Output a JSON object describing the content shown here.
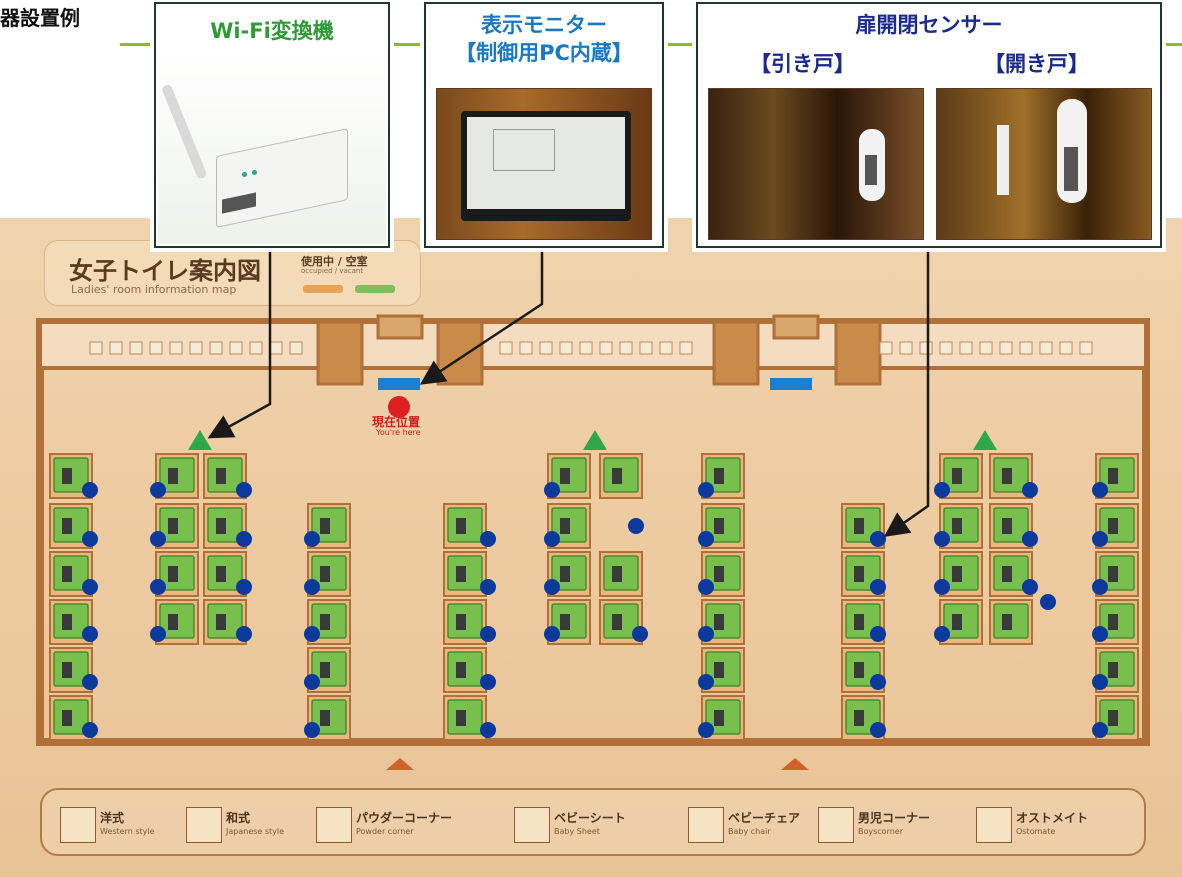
{
  "section_title": "器設置例",
  "cards": {
    "wifi": {
      "title": "Wi-Fi変換機",
      "title_color": "#2f9a36"
    },
    "monitor": {
      "title_line1": "表示モニター",
      "title_line2": "【制御用PC内蔵】",
      "title_color": "#1a79c4"
    },
    "sensor": {
      "title": "扉開閉センサー",
      "sub_left": "【引き戸】",
      "sub_right": "【開き戸】",
      "title_color": "#1a2a8a"
    }
  },
  "map": {
    "title_jp": "女子トイレ案内図",
    "title_en": "Ladies' room information map",
    "status_label": "使用中 / 空室",
    "status_label_en": "occupied / vacant",
    "occupied_color": "#e8a35a",
    "vacant_color": "#7dbf5a",
    "you_are_here_jp": "現在位置",
    "you_are_here_en": "You're here"
  },
  "colors": {
    "stall_green": "#78bf4e",
    "sensor_dot": "#0b3a9c",
    "wifi_marker": "#2fa84a",
    "monitor_marker": "#1a7fd0",
    "wall": "#b07038",
    "arrow": "#1a1a1a"
  },
  "legend": [
    {
      "icon": "western-toilet-icon",
      "jp": "洋式",
      "en": "Western style"
    },
    {
      "icon": "japanese-toilet-icon",
      "jp": "和式",
      "en": "Japanese style"
    },
    {
      "icon": "powder-corner-icon",
      "jp": "パウダーコーナー",
      "en": "Powder corner"
    },
    {
      "icon": "baby-sheet-icon",
      "jp": "ベビーシート",
      "en": "Baby Sheet"
    },
    {
      "icon": "baby-chair-icon",
      "jp": "ベビーチェア",
      "en": "Baby chair"
    },
    {
      "icon": "boys-corner-icon",
      "jp": "男児コーナー",
      "en": "Boyscorner"
    },
    {
      "icon": "ostomate-icon",
      "jp": "オストメイト",
      "en": "Ostomate"
    }
  ]
}
